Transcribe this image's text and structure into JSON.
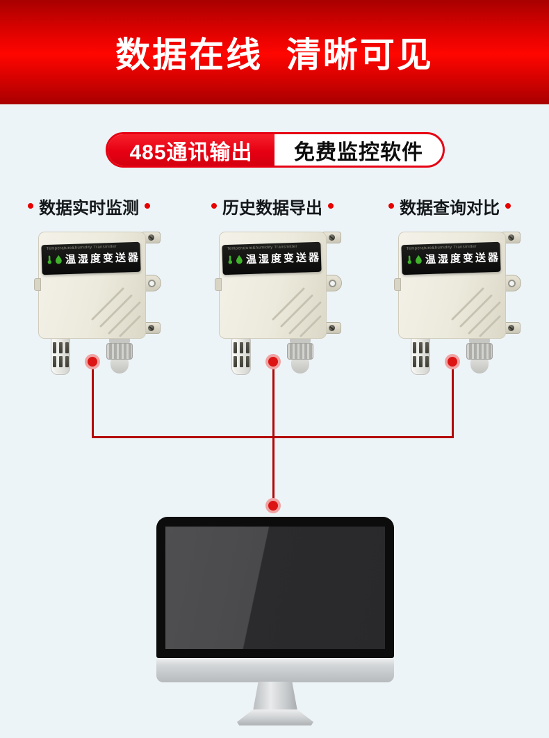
{
  "banner": {
    "title": "数据在线  清晰可见"
  },
  "badge": {
    "left_label": "485通讯输出",
    "right_label": "免费监控软件"
  },
  "features": [
    {
      "label": "数据实时监测"
    },
    {
      "label": "历史数据导出"
    },
    {
      "label": "数据查询对比"
    }
  ],
  "device": {
    "header_small": "Temperature&humidity Transmitter",
    "name": "温湿度变送器",
    "count": 3
  },
  "icons": {
    "thermometer_icon": "green thermometer shape",
    "droplet_icon": "green water-drop shape",
    "vent_lines_icon": "four diagonal vent strokes",
    "screw_icon": "dark round screw head"
  },
  "colors": {
    "background": "#edf4f7",
    "banner_red_bright": "#ff0600",
    "banner_red_dark": "#a80000",
    "accent_red": "#e60012",
    "connector_line_red": "#b30606",
    "connector_node_red": "#dc1414",
    "device_body_cream": "#eceadc",
    "nameplate_black": "#0a0a0a",
    "icon_green": "#3fb32a"
  }
}
